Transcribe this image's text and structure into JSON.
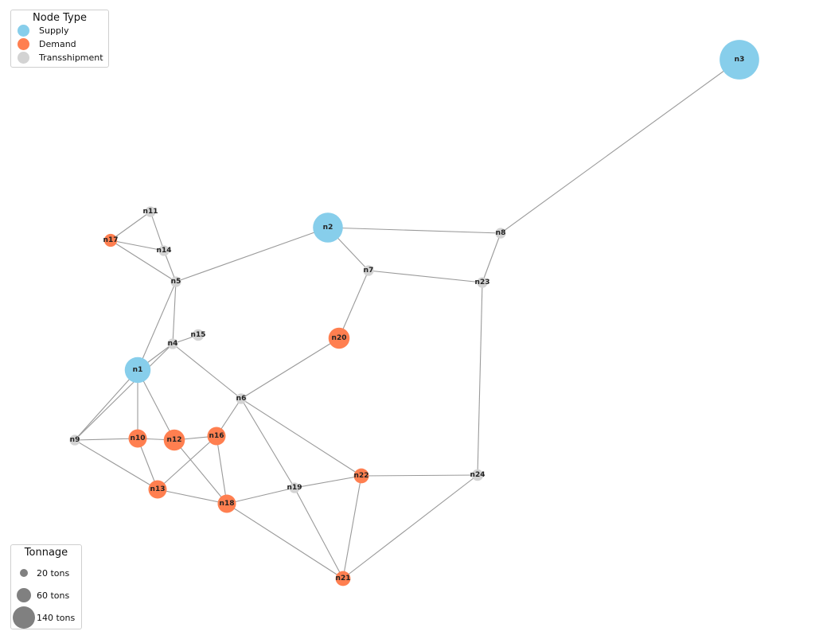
{
  "node_types": {
    "title": "Node Type",
    "items": [
      {
        "label": "Supply",
        "color": "#87ceeb"
      },
      {
        "label": "Demand",
        "color": "#ff7f50"
      },
      {
        "label": "Transshipment",
        "color": "#d3d3d3"
      }
    ]
  },
  "tonnage_legend": {
    "title": "Tonnage",
    "color": "#808080",
    "items": [
      {
        "label": "20 tons",
        "tons": 20
      },
      {
        "label": "60 tons",
        "tons": 60
      },
      {
        "label": "140 tons",
        "tons": 140
      }
    ]
  },
  "nodes": [
    {
      "id": "n1",
      "type": "Supply",
      "tons": 60
    },
    {
      "id": "n2",
      "type": "Supply",
      "tons": 80
    },
    {
      "id": "n3",
      "type": "Supply",
      "tons": 140
    },
    {
      "id": "n4",
      "type": "Transshipment",
      "tons": 10
    },
    {
      "id": "n5",
      "type": "Transshipment",
      "tons": 10
    },
    {
      "id": "n6",
      "type": "Transshipment",
      "tons": 10
    },
    {
      "id": "n7",
      "type": "Transshipment",
      "tons": 10
    },
    {
      "id": "n8",
      "type": "Transshipment",
      "tons": 10
    },
    {
      "id": "n9",
      "type": "Transshipment",
      "tons": 10
    },
    {
      "id": "n10",
      "type": "Demand",
      "tons": 30
    },
    {
      "id": "n11",
      "type": "Transshipment",
      "tons": 10
    },
    {
      "id": "n12",
      "type": "Demand",
      "tons": 40
    },
    {
      "id": "n13",
      "type": "Demand",
      "tons": 30
    },
    {
      "id": "n14",
      "type": "Transshipment",
      "tons": 10
    },
    {
      "id": "n15",
      "type": "Transshipment",
      "tons": 12
    },
    {
      "id": "n16",
      "type": "Demand",
      "tons": 30
    },
    {
      "id": "n17",
      "type": "Demand",
      "tons": 15
    },
    {
      "id": "n18",
      "type": "Demand",
      "tons": 30
    },
    {
      "id": "n19",
      "type": "Transshipment",
      "tons": 10
    },
    {
      "id": "n20",
      "type": "Demand",
      "tons": 40
    },
    {
      "id": "n21",
      "type": "Demand",
      "tons": 20
    },
    {
      "id": "n22",
      "type": "Demand",
      "tons": 20
    },
    {
      "id": "n23",
      "type": "Transshipment",
      "tons": 10
    },
    {
      "id": "n24",
      "type": "Transshipment",
      "tons": 12
    }
  ],
  "edges": [
    [
      "n3",
      "n8"
    ],
    [
      "n2",
      "n8"
    ],
    [
      "n2",
      "n5"
    ],
    [
      "n2",
      "n7"
    ],
    [
      "n8",
      "n23"
    ],
    [
      "n7",
      "n23"
    ],
    [
      "n7",
      "n20"
    ],
    [
      "n23",
      "n24"
    ],
    [
      "n20",
      "n6"
    ],
    [
      "n11",
      "n17"
    ],
    [
      "n11",
      "n14"
    ],
    [
      "n17",
      "n14"
    ],
    [
      "n17",
      "n5"
    ],
    [
      "n14",
      "n5"
    ],
    [
      "n5",
      "n4"
    ],
    [
      "n5",
      "n1"
    ],
    [
      "n4",
      "n15"
    ],
    [
      "n4",
      "n1"
    ],
    [
      "n4",
      "n9"
    ],
    [
      "n4",
      "n6"
    ],
    [
      "n1",
      "n9"
    ],
    [
      "n1",
      "n10"
    ],
    [
      "n1",
      "n12"
    ],
    [
      "n9",
      "n10"
    ],
    [
      "n9",
      "n13"
    ],
    [
      "n10",
      "n12"
    ],
    [
      "n10",
      "n13"
    ],
    [
      "n12",
      "n16"
    ],
    [
      "n12",
      "n18"
    ],
    [
      "n16",
      "n13"
    ],
    [
      "n16",
      "n18"
    ],
    [
      "n6",
      "n16"
    ],
    [
      "n6",
      "n19"
    ],
    [
      "n6",
      "n22"
    ],
    [
      "n13",
      "n18"
    ],
    [
      "n18",
      "n19"
    ],
    [
      "n18",
      "n21"
    ],
    [
      "n19",
      "n22"
    ],
    [
      "n19",
      "n21"
    ],
    [
      "n22",
      "n21"
    ],
    [
      "n22",
      "n24"
    ],
    [
      "n24",
      "n21"
    ]
  ]
}
